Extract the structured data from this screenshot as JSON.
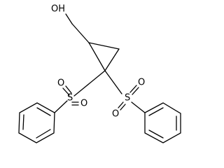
{
  "diagram": {
    "type": "chemical-structure",
    "labels": {
      "hydroxyl": "OH",
      "left_sulfur": "S",
      "left_oxygen_top": "O",
      "left_oxygen_bottom": "O",
      "right_sulfur": "S",
      "right_oxygen_top": "O",
      "right_oxygen_bottom": "O"
    },
    "colors": {
      "bond": "#000000",
      "background": "#ffffff",
      "label": "#000000"
    }
  }
}
